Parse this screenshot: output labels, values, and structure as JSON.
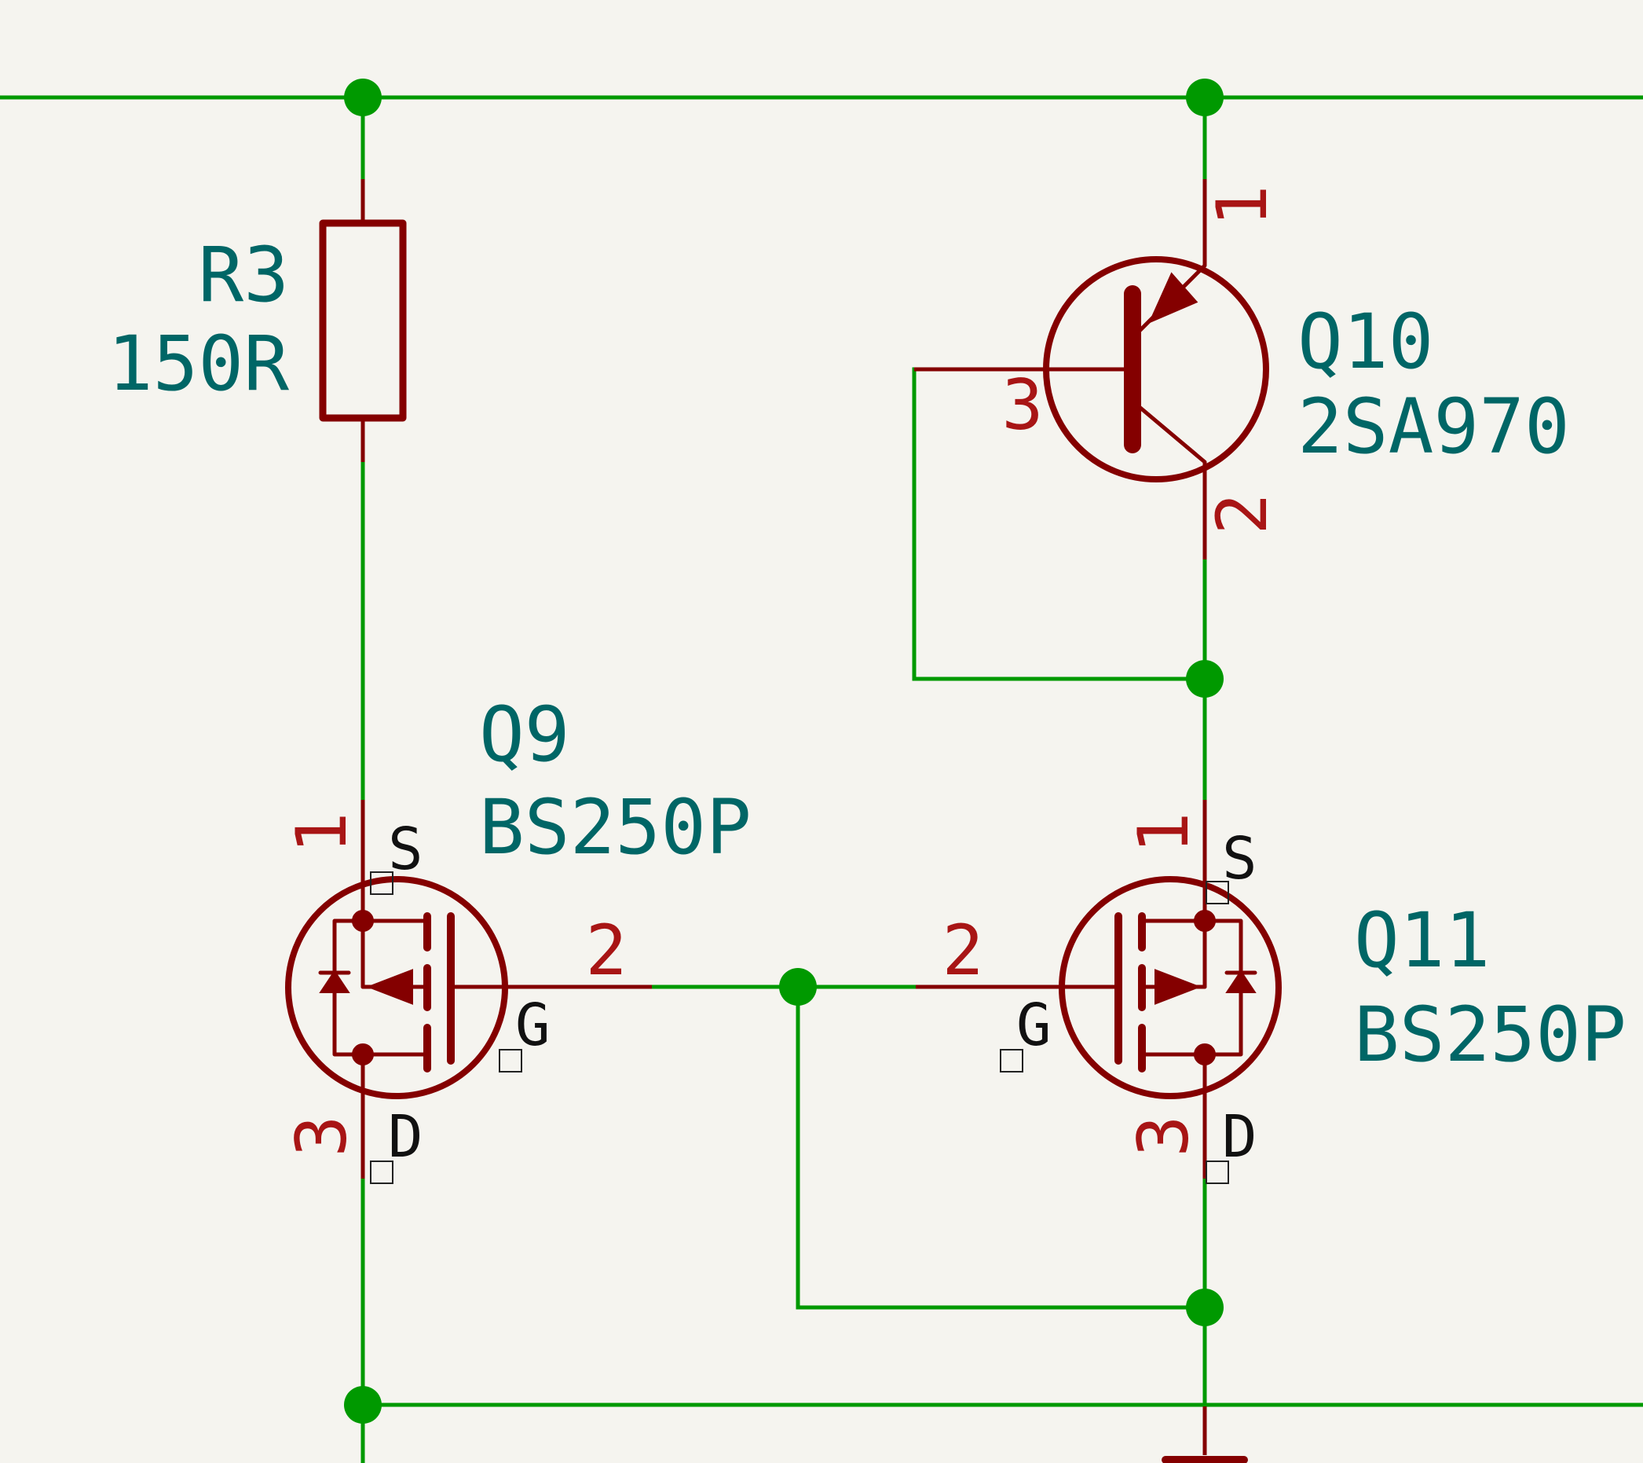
{
  "colors": {
    "background": "#f5f4ef",
    "wire": "#009900",
    "symbol": "#840000",
    "pin_number": "#a81515",
    "reference_text": "#006666",
    "pin_name": "#111111"
  },
  "components": {
    "r3": {
      "ref": "R3",
      "value": "150R"
    },
    "q10": {
      "ref": "Q10",
      "value": "2SA970",
      "pins": {
        "emitter": "1",
        "collector": "2",
        "base": "3"
      }
    },
    "q9": {
      "ref": "Q9",
      "value": "BS250P",
      "pins": {
        "source": "1",
        "gate": "2",
        "drain": "3"
      },
      "pin_names": {
        "source": "S",
        "gate": "G",
        "drain": "D"
      }
    },
    "q11": {
      "ref": "Q11",
      "value": "BS250P",
      "pins": {
        "source": "1",
        "gate": "2",
        "drain": "3"
      },
      "pin_names": {
        "source": "S",
        "gate": "G",
        "drain": "D"
      }
    }
  }
}
